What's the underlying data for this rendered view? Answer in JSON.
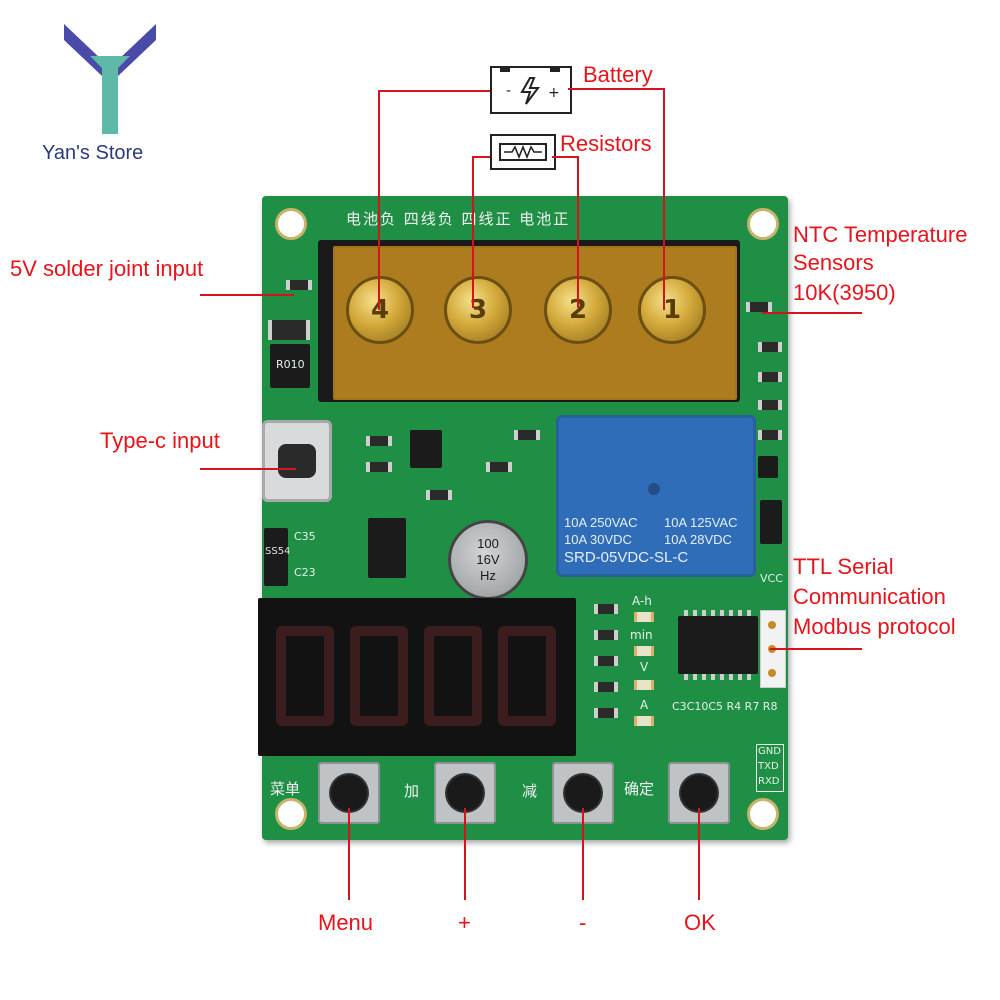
{
  "store": {
    "name": "Yan's Store"
  },
  "callouts": {
    "battery": "Battery",
    "resistors": "Resistors",
    "ntc_line1": "NTC Temperature",
    "ntc_line2": "Sensors",
    "ntc_line3": "10K(3950)",
    "solder": "5V solder joint input",
    "typec": "Type-c input",
    "ttl_line1": "TTL Serial",
    "ttl_line2": "Communication",
    "ttl_line3": "Modbus protocol",
    "menu": "Menu",
    "plus": "+",
    "minus": "-",
    "ok": "OK"
  },
  "board": {
    "header_cn": "电池负  四线负  四线正  电池正",
    "terminals": [
      "4",
      "3",
      "2",
      "1"
    ],
    "relay": {
      "row1_left": "10A 250VAC",
      "row1_right": "10A 125VAC",
      "row2_left": "10A  30VDC",
      "row2_right": "10A  28VDC",
      "model": "SRD-05VDC-SL-C"
    },
    "capacitor": {
      "line1": "100",
      "line2": "16V",
      "line3": "Hz"
    },
    "button_labels_cn": [
      "菜单",
      "加",
      "减",
      "确定"
    ],
    "indicators": [
      "A-h",
      "min",
      "V",
      "A"
    ],
    "serial_pins": [
      "GND",
      "TXD",
      "RXD"
    ],
    "silk": {
      "r010": "R010",
      "vcc": "VCC",
      "ss54": "SS54",
      "c35": "C35",
      "c23": "C23",
      "c3c10c5": "C3C10C5 R4 R7 R8"
    }
  },
  "colors": {
    "callout": "#e8131b",
    "pcb": "#1f8f45",
    "relay": "#2f6db8"
  }
}
